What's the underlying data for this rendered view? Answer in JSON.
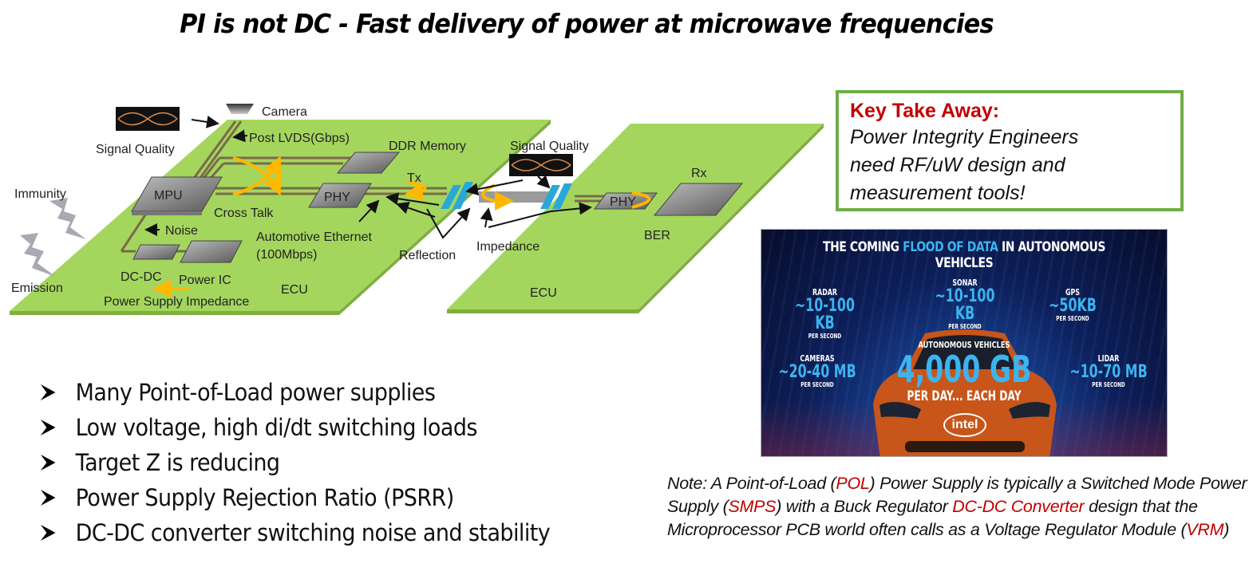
{
  "title": "PI is not DC - Fast delivery of power at microwave frequencies",
  "diagram": {
    "labels": {
      "camera": "Camera",
      "signal_quality_left": "Signal Quality",
      "post_lvds": "Post LVDS(Gbps)",
      "ddr_memory": "DDR Memory",
      "immunity": "Immunity",
      "mpu": "MPU",
      "phy_left": "PHY",
      "cross_talk": "Cross Talk",
      "noise": "Noise",
      "automotive_ethernet": "Automotive Ethernet",
      "automotive_ethernet_rate": "(100Mbps)",
      "emission": "Emission",
      "dc_dc": "DC-DC",
      "power_ic": "Power IC",
      "power_supply_impedance": "Power Supply Impedance",
      "ecu_left": "ECU",
      "tx": "Tx",
      "reflection": "Reflection",
      "impedance": "Impedance",
      "signal_quality_center": "Signal Quality",
      "phy_right": "PHY",
      "rx": "Rx",
      "ber": "BER",
      "ecu_right": "ECU"
    },
    "colors": {
      "board": "#a4d65e",
      "trace_arrow": "#ffb800",
      "connector": "#29a8d8",
      "chip": "#8a8a8a"
    }
  },
  "key_takeaway": {
    "heading": "Key Take Away:",
    "lines": [
      "Power Integrity Engineers",
      "need RF/uW design and",
      "measurement tools!"
    ],
    "heading_color": "#c00000",
    "border_color": "#70ad47"
  },
  "infographic": {
    "headline_pre": "THE COMING",
    "headline_highlight": "FLOOD OF DATA",
    "headline_post": "IN AUTONOMOUS VEHICLES",
    "stats": [
      {
        "label": "RADAR",
        "value": "~10-100 KB",
        "unit": "PER SECOND"
      },
      {
        "label": "SONAR",
        "value": "~10-100 KB",
        "unit": "PER SECOND"
      },
      {
        "label": "GPS",
        "value": "~50KB",
        "unit": "PER SECOND"
      },
      {
        "label": "CAMERAS",
        "value": "~20-40 MB",
        "unit": "PER SECOND"
      },
      {
        "label": "LIDAR",
        "value": "~10-70 MB",
        "unit": "PER SECOND"
      }
    ],
    "center_label": "AUTONOMOUS VEHICLES",
    "center_value": "4,000 GB",
    "center_caption": "PER DAY... EACH DAY",
    "brand": "intel",
    "accent": "#3cb4f0"
  },
  "bullets": [
    "Many Point-of-Load power supplies",
    "Low voltage, high di/dt switching loads",
    "Target Z is reducing",
    "Power Supply Rejection Ratio (PSRR)",
    "DC-DC converter switching noise and stability"
  ],
  "note": {
    "segments": [
      {
        "text": "Note: A Point-of-Load (",
        "red": false
      },
      {
        "text": "POL",
        "red": true
      },
      {
        "text": ") Power Supply is typically a Switched Mode Power Supply (",
        "red": false
      },
      {
        "text": "SMPS",
        "red": true
      },
      {
        "text": ") with a Buck Regulator ",
        "red": false
      },
      {
        "text": "DC-DC Converter",
        "red": true
      },
      {
        "text": " design that the Microprocessor PCB world often calls as a Voltage Regulator Module (",
        "red": false
      },
      {
        "text": "VRM",
        "red": true
      },
      {
        "text": ")",
        "red": false
      }
    ],
    "highlight_color": "#c00000"
  }
}
